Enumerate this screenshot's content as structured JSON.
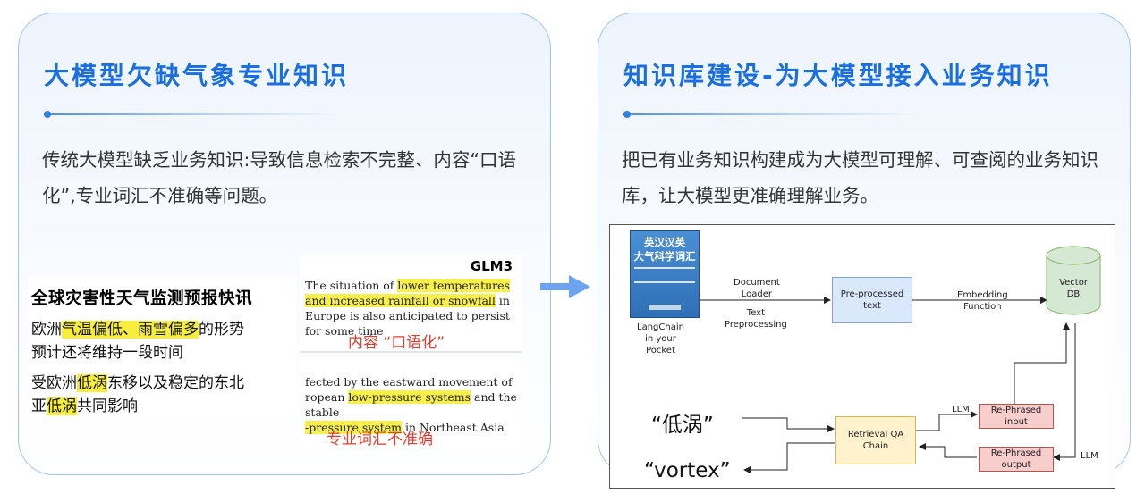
{
  "left": {
    "title": "大模型欠缺气象专业知识",
    "desc": "传统大模型缺乏业务知识:导致信息检索不完整、内容“口语化”,专业词汇不准确等问题。",
    "news": {
      "headline": "全球灾害性天气监测预报快讯",
      "line1_pre": "欧洲",
      "line1_hl": "气温偏低、雨雪偏多",
      "line1_post": "的形势",
      "line2": "预计还将维持一段时间",
      "line3_pre": "受欧洲",
      "line3_hl": "低涡",
      "line3_post": "东移以及稳定的东北",
      "line4_pre": "亚",
      "line4_hl": "低涡",
      "line4_post": "共同影响"
    },
    "english1": {
      "model": "GLM3",
      "t1": "The situation of ",
      "h1": "lower temperatures and increased rainfall or snowfall",
      "t2": " in Europe is also anticipated to persist for some time",
      "caption": "内容 “口语化”"
    },
    "english2": {
      "t1": "fected by the eastward movement of ",
      "t2": "ropean ",
      "h1": "low-pressure systems",
      "t3": " and the stable ",
      "h2": "-pressure system",
      "t4": " in Northeast Asia",
      "caption": "专业词汇不准确"
    }
  },
  "right": {
    "title": "知识库建设-为大模型接入业务知识",
    "desc": "把已有业务知识构建成为大模型可理解、可查阅的业务知识库，让大模型更准确理解业务。",
    "diagram": {
      "book_line1": "英汉汉英",
      "book_line2": "大气科学词汇",
      "book_caption": "LangChain\nin your\nPocket",
      "doc_loader": "Document\nLoader",
      "text_pre": "Text\nPreprocessing",
      "preprocessed": "Pre-processed\ntext",
      "embedding": "Embedding\nFunction",
      "vector_db": "Vector\nDB",
      "retrieval": "Retrieval QA\nChain",
      "rephrased_input": "Re-Phrased\ninput",
      "rephrased_output": "Re-Phrased\noutput",
      "llm_1": "LLM",
      "llm_2": "LLM",
      "query_in": "“低涡”",
      "query_out": "“vortex”"
    }
  },
  "colors": {
    "title": "#1a6fe0",
    "card_border": "#9ec4f3",
    "highlight": "#f6ed3c",
    "red_caption": "#e13b2d",
    "arrow": "#6ea4ef"
  }
}
